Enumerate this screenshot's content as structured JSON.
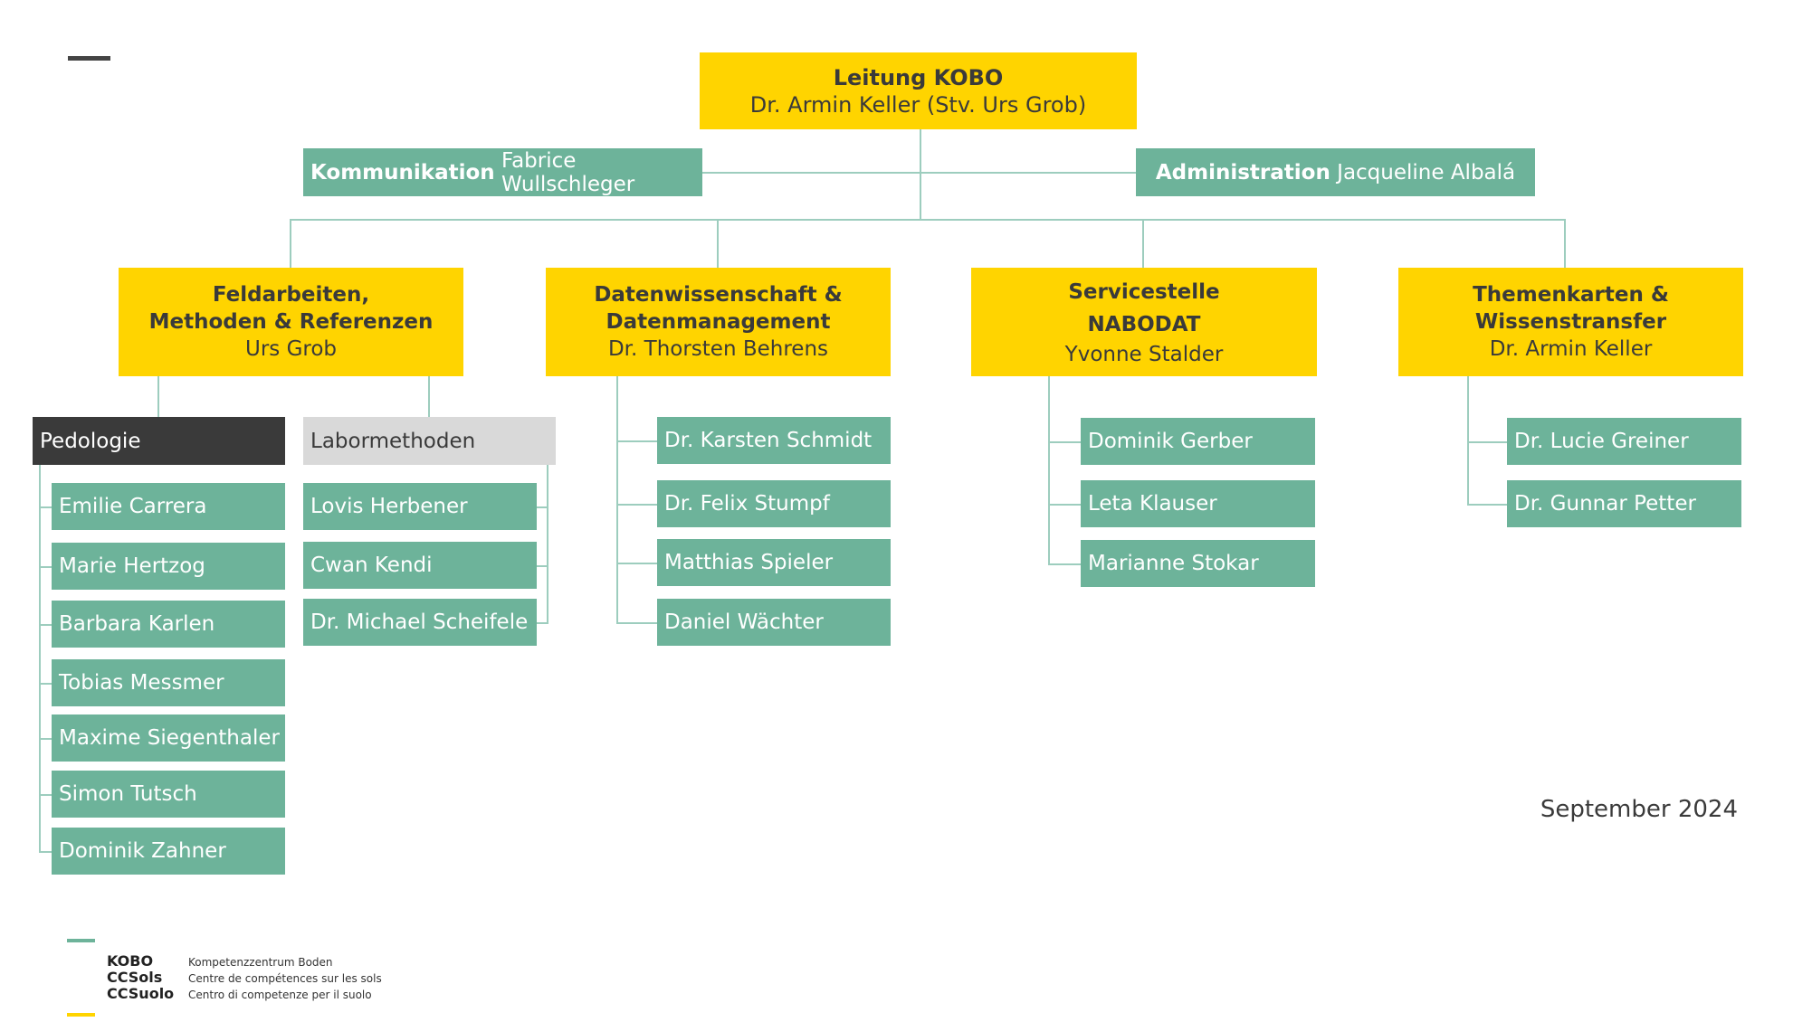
{
  "leitung": {
    "title": "Leitung KOBO",
    "name": "Dr. Armin Keller (Stv. Urs Grob)"
  },
  "staff": {
    "kommunikation": {
      "title": "Kommunikation",
      "name": "Fabrice Wullschleger"
    },
    "administration": {
      "title": "Administration",
      "name": "Jacqueline Albalá"
    }
  },
  "units": [
    {
      "title": "Feldarbeiten,\nMethoden & Referenzen",
      "name": "Urs Grob"
    },
    {
      "title": "Datenwissenschaft &\nDatenmanagement",
      "name": "Dr. Thorsten Behrens"
    },
    {
      "title": "Servicestelle\nNABODAT",
      "name": "Yvonne Stalder"
    },
    {
      "title": "Themenkarten &\nWissenstransfer",
      "name": "Dr. Armin Keller"
    }
  ],
  "pedologie": {
    "label": "Pedologie",
    "members": [
      "Emilie Carrera",
      "Marie Hertzog",
      "Barbara Karlen",
      "Tobias Messmer",
      "Maxime Siegenthaler",
      "Simon Tutsch",
      "Dominik Zahner"
    ]
  },
  "labormethoden": {
    "label": "Labormethoden",
    "members": [
      "Lovis Herbener",
      "Cwan Kendi",
      "Dr. Michael Scheifele"
    ]
  },
  "daten_members": [
    "Dr. Karsten Schmidt",
    "Dr. Felix Stumpf",
    "Matthias Spieler",
    "Daniel Wächter"
  ],
  "service_members": [
    "Dominik Gerber",
    "Leta Klauser",
    "Marianne Stokar"
  ],
  "themen_members": [
    "Dr. Lucie Greiner",
    "Dr. Gunnar Petter"
  ],
  "date": "September 2024",
  "logo": {
    "names": [
      "KOBO",
      "CCSols",
      "CCSuolo"
    ],
    "lines": [
      "Kompetenzzentrum Boden",
      "Centre de compétences sur les sols",
      "Centro di competenze per il suolo"
    ]
  },
  "colors": {
    "yellow": "#FFD400",
    "green": "#6DB39A",
    "dark": "#3a3a3a",
    "grey": "#D9D9D9",
    "line": "#9DCDBE"
  }
}
